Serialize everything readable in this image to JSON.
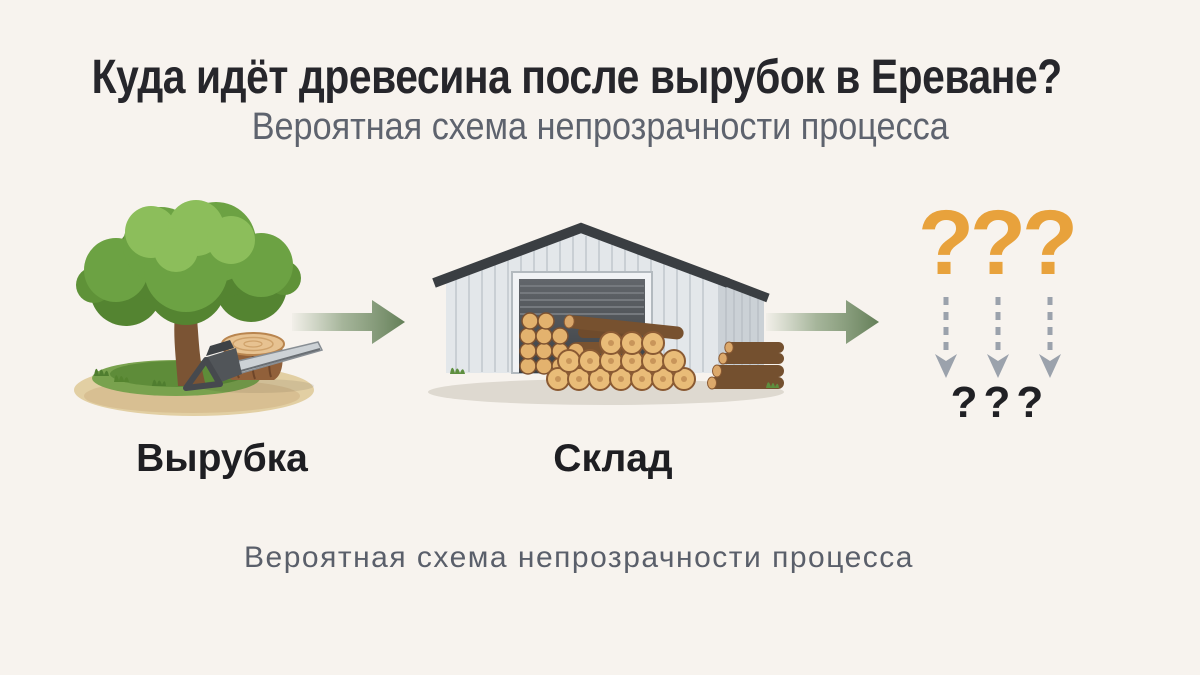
{
  "header": {
    "title": "Куда идёт древесина после вырубок в Ереване?",
    "subtitle": "Вероятная схема непрозрачности процесса"
  },
  "flow": {
    "steps": [
      {
        "label": "Вырубка",
        "icon": "tree-stump-chainsaw"
      },
      {
        "label": "Склад",
        "icon": "warehouse-with-logs"
      },
      {
        "label": "",
        "icon": "unknown-question-marks"
      }
    ],
    "unknown": {
      "top_marks": [
        "?",
        "?",
        "?"
      ],
      "bottom_text": "???"
    }
  },
  "footer": {
    "subtitle": "Вероятная схема непрозрачности процесса"
  },
  "colors": {
    "background": "#F7F3EE",
    "title_text": "#26262B",
    "subtitle_text": "#5E636E",
    "label_text": "#1E1E22",
    "flow_arrow_green": "#647F58",
    "question_orange": "#E8A23C",
    "dashed_arrow_gray": "#9BA2AC",
    "question_black": "#202024"
  }
}
